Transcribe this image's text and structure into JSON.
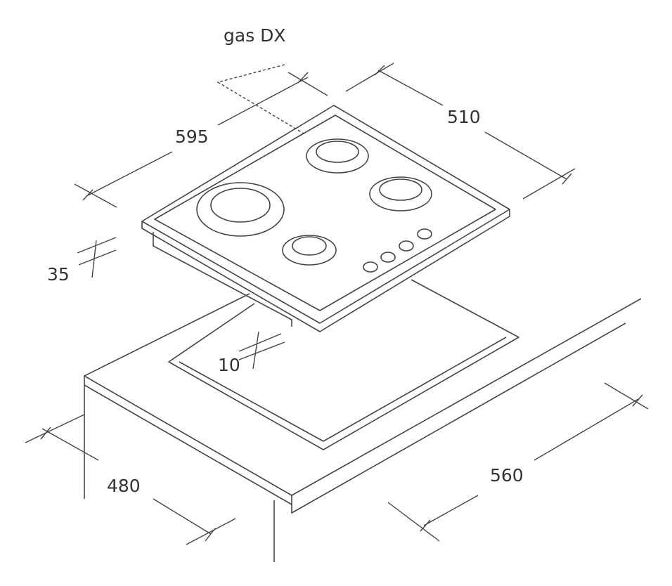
{
  "labels": {
    "gas": "gas DX",
    "width": "595",
    "depth": "510",
    "height": "35",
    "gap": "10",
    "cutout_depth": "480",
    "cutout_width": "560"
  },
  "colors": {
    "line": "#444444",
    "text": "#333333"
  }
}
